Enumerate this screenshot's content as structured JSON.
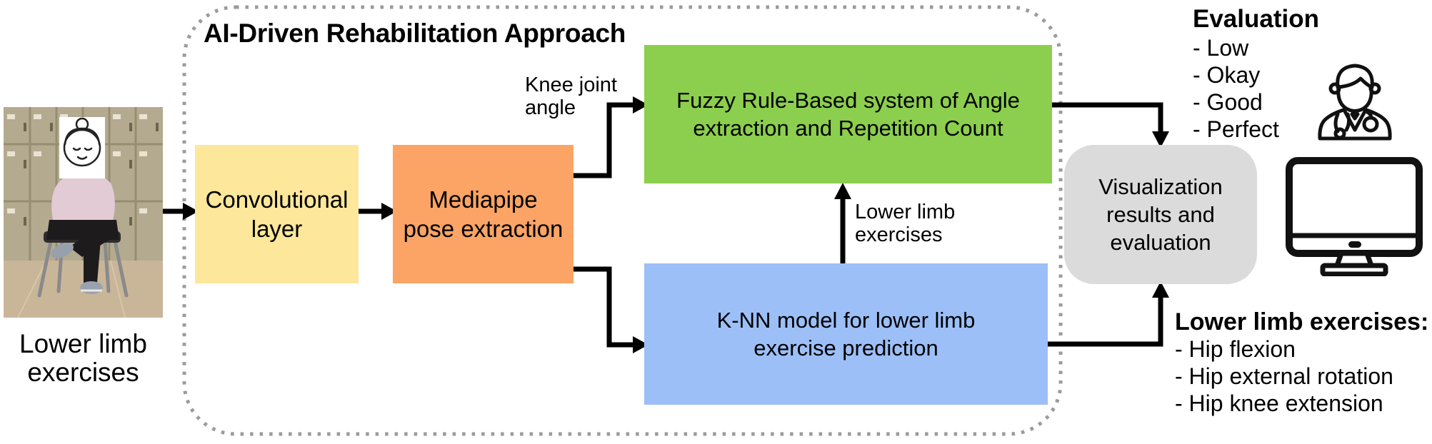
{
  "diagram": {
    "title": "AI-Driven Rehabilitation Approach",
    "input": {
      "photo_description": "Person seated on a chair in front of lockers performing a lower limb exercise",
      "caption_lines": [
        "Lower limb",
        "exercises"
      ]
    },
    "boxes": {
      "conv": {
        "label": "Convolutional layer",
        "lines": [
          "Convolutional",
          "layer"
        ]
      },
      "mediapipe": {
        "label": "Mediapipe pose extraction",
        "lines": [
          "Mediapipe",
          "pose extraction"
        ]
      },
      "fuzzy": {
        "label": "Fuzzy Rule-Based system of Angle extraction and Repetition Count",
        "lines": [
          "Fuzzy Rule-Based system of Angle",
          "extraction and Repetition Count"
        ]
      },
      "knn": {
        "label": "K-NN model for lower limb exercise prediction",
        "lines": [
          "K-NN model for lower limb",
          "exercise prediction"
        ]
      },
      "viz": {
        "label": "Visualization results and evaluation",
        "lines": [
          "Visualization",
          "results and",
          "evaluation"
        ]
      }
    },
    "edge_labels": {
      "knee_joint_angle_lines": [
        "Knee joint",
        "angle"
      ],
      "lower_limb_exercises_lines": [
        "Lower limb",
        "exercises"
      ]
    },
    "evaluation": {
      "heading": "Evaluation",
      "items": [
        "- Low",
        "- Okay",
        "- Good",
        "- Perfect"
      ]
    },
    "exercises": {
      "heading": "Lower limb exercises:",
      "items": [
        "- Hip flexion",
        "- Hip external rotation",
        "- Hip knee extension"
      ]
    },
    "icons": {
      "doctor": "doctor-icon",
      "monitor": "computer-monitor-icon"
    },
    "colors": {
      "conv_box": "#FCE79B",
      "mediapipe_box": "#FBA465",
      "fuzzy_box": "#8CCE4D",
      "knn_box": "#9CBFF8",
      "viz_box": "#DBDBDB",
      "arrow": "#000000",
      "dashed_border": "#9B9B9B"
    }
  }
}
